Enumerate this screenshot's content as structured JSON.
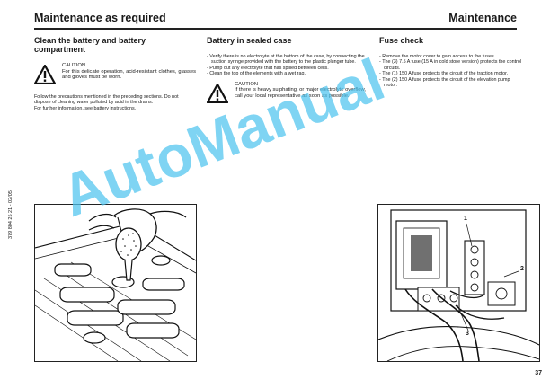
{
  "header": {
    "left_title": "Maintenance as required",
    "right_title": "Maintenance"
  },
  "section_battery": {
    "title": "Clean the battery and battery compartment",
    "caution_label": "CAUTION",
    "caution_text": "For this delicate operation, acid-resistant clothes, glasses and gloves must be worn.",
    "body_lines": [
      "Follow the precautions mentioned in the preceding sections. Do not dispose of cleaning water polluted by acid in the drains.",
      "For further information, see battery instructions."
    ]
  },
  "section_sealed": {
    "title": "Battery in sealed case",
    "bullets": [
      "- Verify there is no electrolyte at the bottom of the case, by connecting the suction syringe provided with the battery to the plastic plunger tube.",
      "- Pump out any electrolyte that has spilled between cells.",
      "- Clean the top of the elements with a wet rag."
    ],
    "caution_label": "CAUTION",
    "caution_text": "If there is heavy sulphating, or major electrolyte overflow, call your local representative as soon as possible."
  },
  "section_fuse": {
    "title": "Fuse check",
    "bullets": [
      "- Remove the motor cover to gain access to the fuses.",
      "- The (3) 7.5 A fuse (15 A in cold store version) protects the control circuits.",
      "- The (1) 150 A fuse protects the circuit of the traction motor.",
      "- The (2) 150 A fuse protects the circuit of the elevation pump motor."
    ]
  },
  "figure_fuse_labels": [
    "1",
    "2",
    "3"
  ],
  "side_code": "379 804 25 21 - 02/05",
  "page_number": "37",
  "watermark": "AutoManual",
  "colors": {
    "watermark": "#4ec4ef",
    "rule": "#222222"
  },
  "icons": [
    "warning-triangle-icon",
    "warning-triangle-icon"
  ]
}
